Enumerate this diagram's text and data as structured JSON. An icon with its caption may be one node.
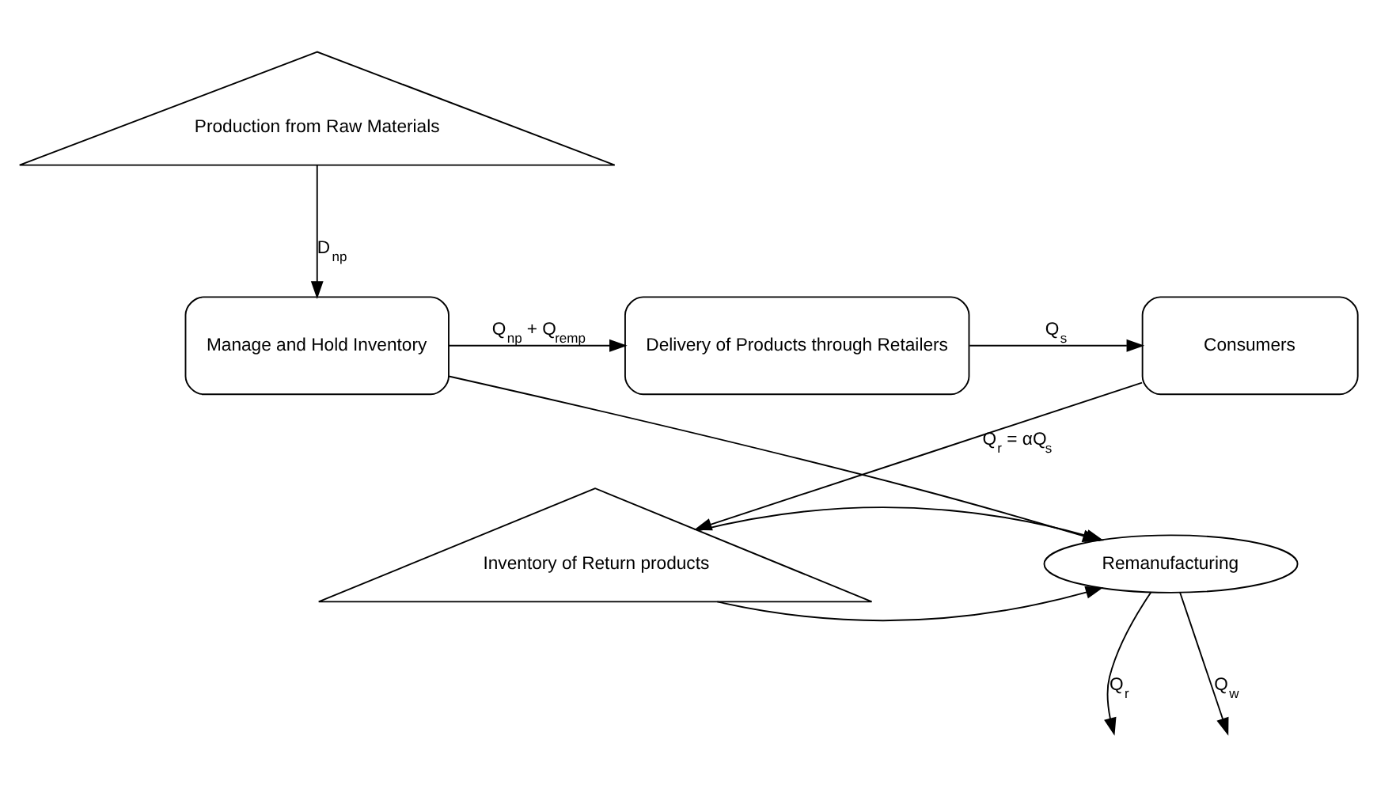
{
  "diagram": {
    "nodes": [
      {
        "text": [
          "Production from Raw Materials"
        ]
      },
      {
        "text": [
          "Manage and Hold Inventory"
        ]
      },
      {
        "text": [
          "Delivery of Products through Retailers"
        ]
      },
      {
        "text": [
          "Consumers"
        ]
      },
      {
        "text": [
          "Inventory of Return products"
        ]
      },
      {
        "text": [
          "Remanufacturing"
        ]
      }
    ],
    "edges": [
      {
        "from": 0,
        "to": 1,
        "arrow": "to",
        "label": "D$_{np}$"
      },
      {
        "from": 1,
        "to": 2,
        "arrow": "to",
        "label": "Q$_{np}$ + Q$_{remp}$"
      },
      {
        "from": 2,
        "to": 3,
        "arrow": "to",
        "label": "Q$_{s}$"
      },
      {
        "from": 3,
        "to": 4,
        "arrow": "to",
        "label": "Q$_{r}$ = αQ$_{s}$"
      },
      {
        "from": 1,
        "to": 5,
        "arrow": "to"
      },
      {
        "from": 4,
        "to": 5,
        "arrow": "to"
      },
      {
        "from": 4,
        "to": 5,
        "arrow": "to"
      },
      {
        "from": 5,
        "to": null,
        "arrow": "to",
        "label": "Q$_{r}$"
      },
      {
        "from": 5,
        "to": null,
        "arrow": "to",
        "label": "Q$_{w}$"
      }
    ]
  }
}
